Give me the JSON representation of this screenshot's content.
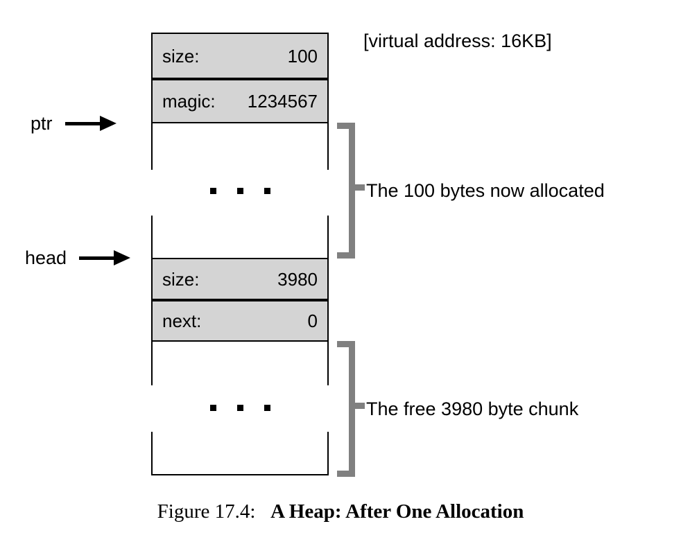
{
  "figure": {
    "caption_number": "Figure 17.4:",
    "caption_title": "A Heap: After One Allocation",
    "virtual_address_note": "[virtual address: 16KB]"
  },
  "colors": {
    "header_fill": "#d4d4d4",
    "outline": "#000000",
    "bracket": "#808080",
    "background": "#ffffff"
  },
  "pointers": [
    {
      "name": "ptr-pointer",
      "label": "ptr"
    },
    {
      "name": "head-pointer",
      "label": "head"
    }
  ],
  "allocated_chunk": {
    "header": [
      {
        "key": "size:",
        "value": "100"
      },
      {
        "key": "magic:",
        "value": "1234567"
      }
    ],
    "ellipsis": "...",
    "bracket_label": "The 100 bytes now allocated"
  },
  "free_chunk": {
    "header": [
      {
        "key": "size:",
        "value": "3980"
      },
      {
        "key": "next:",
        "value": "0"
      }
    ],
    "ellipsis": "...",
    "bracket_label": "The free 3980 byte chunk"
  }
}
